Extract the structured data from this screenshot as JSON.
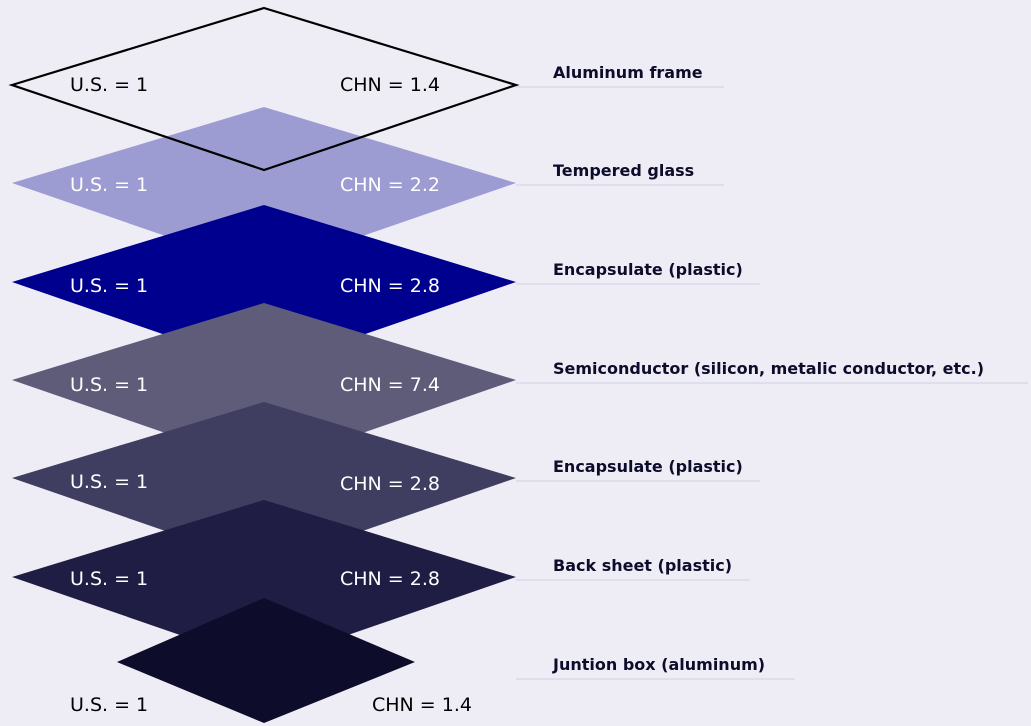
{
  "layers": [
    {
      "label": "Aluminum frame",
      "us": "U.S. = 1",
      "chn": "CHN = 1.4",
      "fill": "none",
      "stroke": "#000000",
      "text_color": "#000000"
    },
    {
      "label": "Tempered glass",
      "us": "U.S. = 1",
      "chn": "CHN = 2.2",
      "fill": "#9c9bd2",
      "text_color": "#ffffff"
    },
    {
      "label": "Encapsulate (plastic)",
      "us": "U.S. = 1",
      "chn": "CHN = 2.8",
      "fill": "#00008e",
      "text_color": "#ffffff"
    },
    {
      "label": "Semiconductor (silicon, metalic conductor, etc.)",
      "us": "U.S. = 1",
      "chn": "CHN = 7.4",
      "fill": "#5e5c79",
      "text_color": "#ffffff"
    },
    {
      "label": "Encapsulate (plastic)",
      "us": "U.S. = 1",
      "chn": "CHN = 2.8",
      "fill": "#3f3d60",
      "text_color": "#ffffff"
    },
    {
      "label": "Back sheet (plastic)",
      "us": "U.S. = 1",
      "chn": "CHN = 2.8",
      "fill": "#1f1d44",
      "text_color": "#ffffff"
    },
    {
      "label": "Juntion box (aluminum)",
      "us": "U.S. = 1",
      "chn": "CHN = 1.4",
      "fill": "#0d0c2a",
      "text_color": "#000000"
    }
  ]
}
